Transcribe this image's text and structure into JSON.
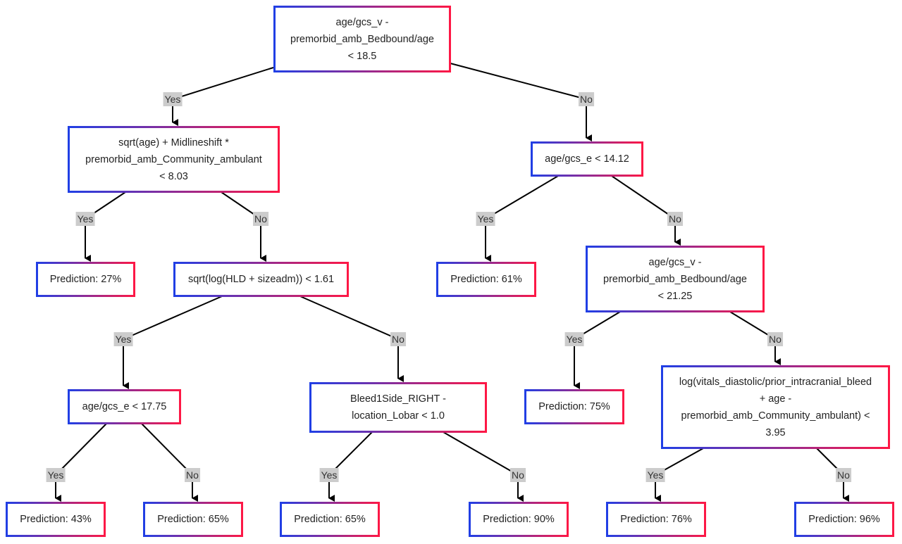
{
  "colors": {
    "border_start": "#1f3fe6",
    "border_end": "#ff1744",
    "edge": "#000000",
    "label_bg": "#cccccc"
  },
  "nodes": {
    "root": "age/gcs_v -\npremorbid_amb_Bedbound/age\n< 18.5",
    "n1": "sqrt(age) + Midlineshift *\npremorbid_amb_Community_ambulant\n< 8.03",
    "n2": "age/gcs_e < 14.12",
    "p27": "Prediction: 27%",
    "n3": "sqrt(log(HLD + sizeadm)) < 1.61",
    "p61": "Prediction: 61%",
    "n4": "age/gcs_v -\npremorbid_amb_Bedbound/age\n< 21.25",
    "n5": "age/gcs_e < 17.75",
    "n6": "Bleed1Side_RIGHT -\nlocation_Lobar < 1.0",
    "p75": "Prediction: 75%",
    "n7": "log(vitals_diastolic/prior_intracranial_bleed\n+ age -\npremorbid_amb_Community_ambulant) <\n3.95",
    "p43": "Prediction: 43%",
    "p65a": "Prediction: 65%",
    "p65b": "Prediction: 65%",
    "p90": "Prediction: 90%",
    "p76": "Prediction: 76%",
    "p96": "Prediction: 96%"
  },
  "labels": {
    "yes": "Yes",
    "no": "No"
  }
}
